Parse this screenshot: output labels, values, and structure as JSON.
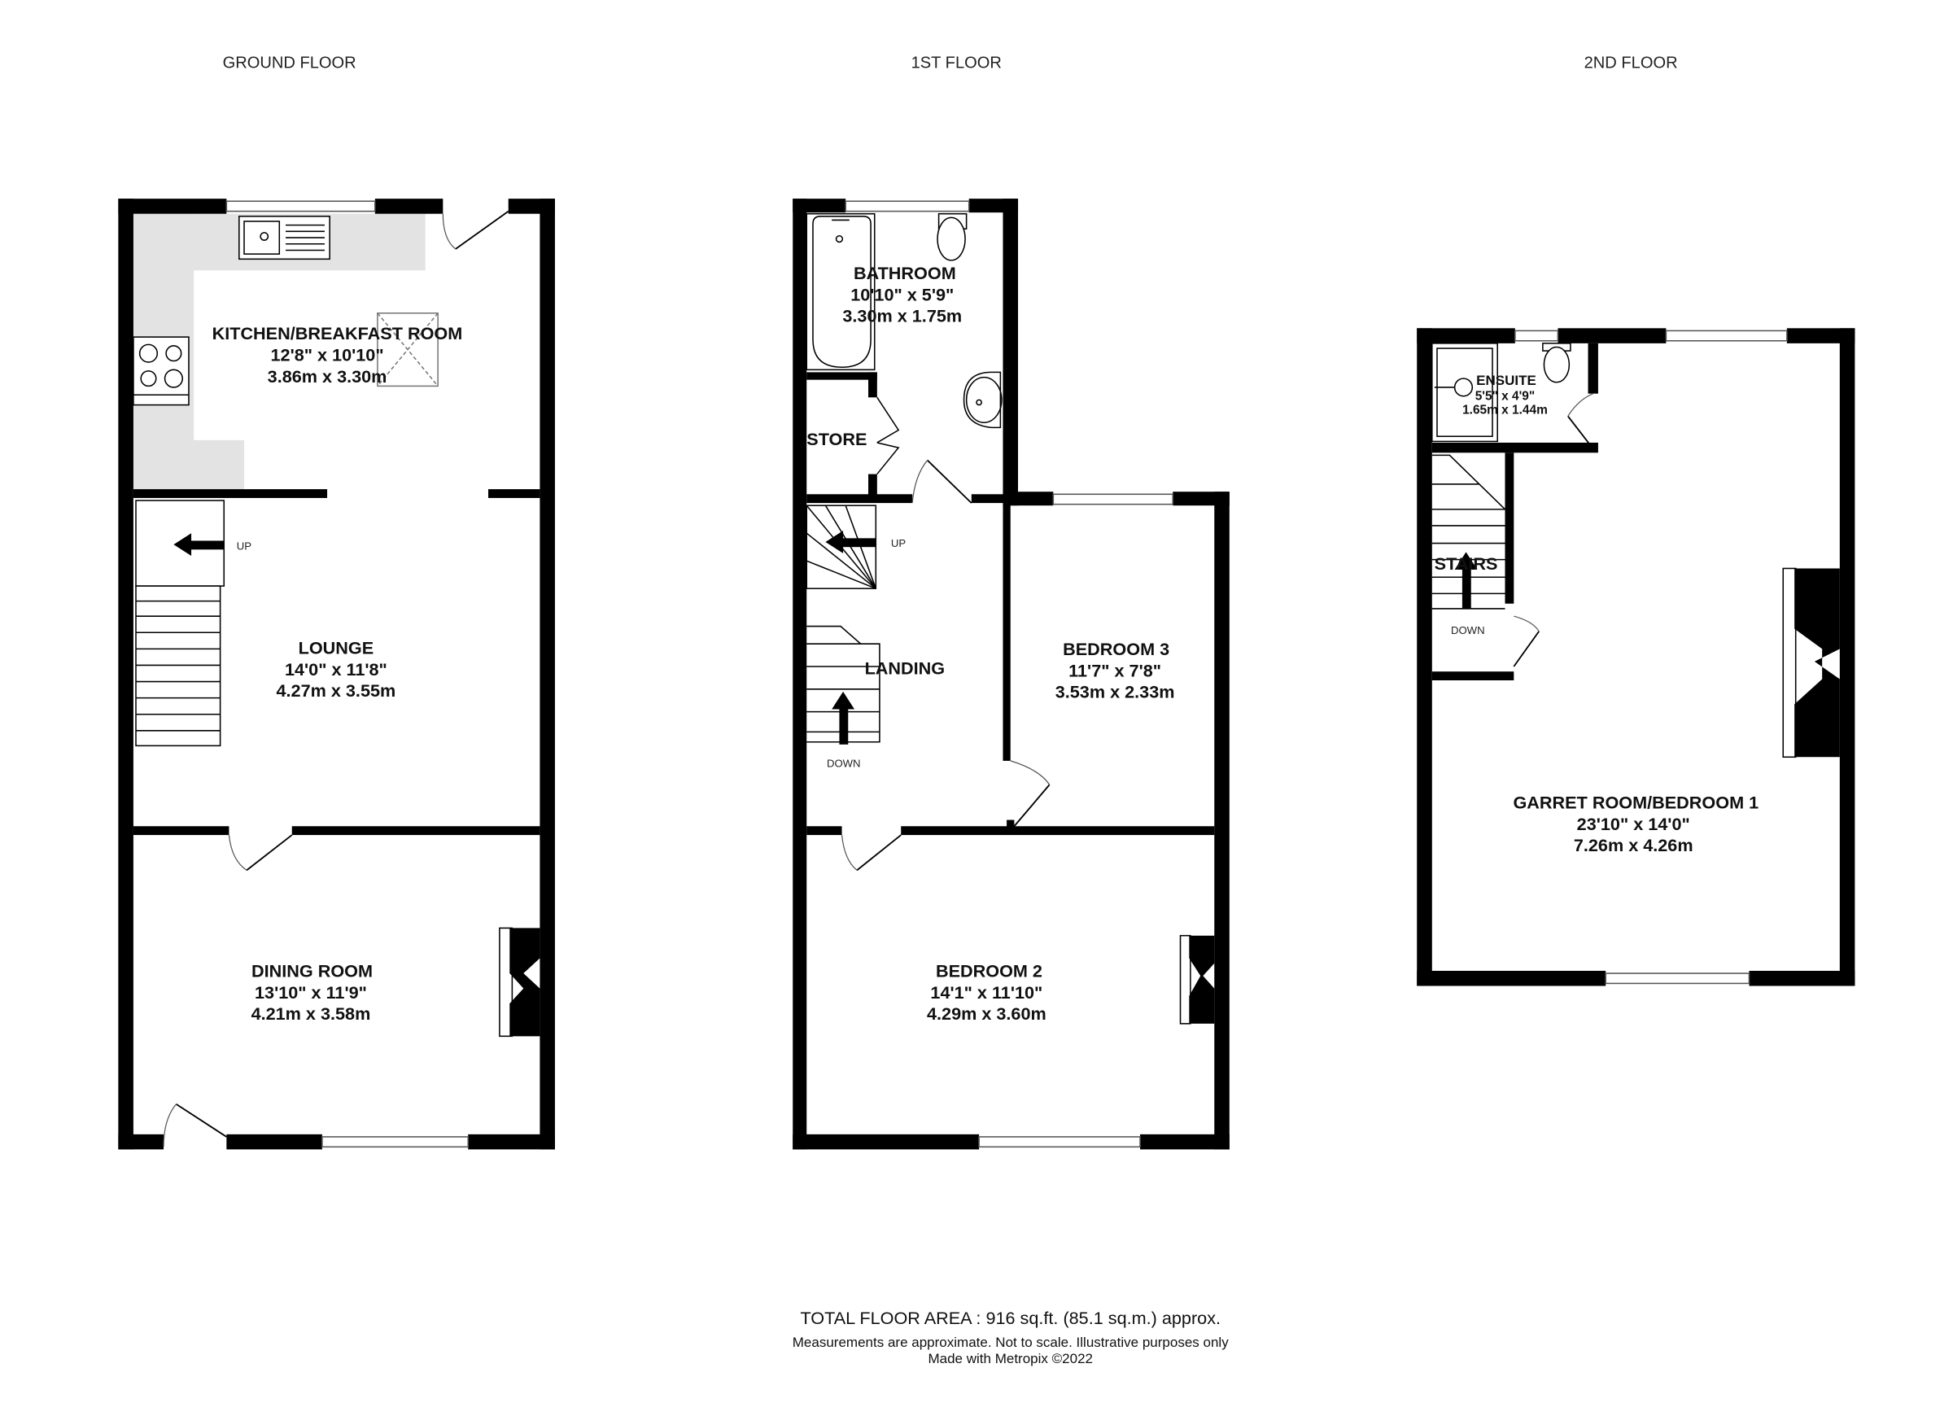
{
  "floors": {
    "ground": {
      "title": "GROUND FLOOR",
      "rooms": {
        "kitchen": {
          "name": "KITCHEN/BREAKFAST ROOM",
          "imperial": "12'8\"  x 10'10\"",
          "metric": "3.86m  x 3.30m"
        },
        "lounge": {
          "name": "LOUNGE",
          "imperial": "14'0\"  x 11'8\"",
          "metric": "4.27m  x 3.55m"
        },
        "dining": {
          "name": "DINING ROOM",
          "imperial": "13'10\"  x 11'9\"",
          "metric": "4.21m  x 3.58m"
        }
      },
      "stairs_label": "UP"
    },
    "first": {
      "title": "1ST FLOOR",
      "rooms": {
        "bathroom": {
          "name": "BATHROOM",
          "imperial": "10'10\"  x 5'9\"",
          "metric": "3.30m  x 1.75m"
        },
        "store": {
          "name": "STORE"
        },
        "landing": {
          "name": "LANDING"
        },
        "bedroom3": {
          "name": "BEDROOM 3",
          "imperial": "11'7\"  x 7'8\"",
          "metric": "3.53m  x 2.33m"
        },
        "bedroom2": {
          "name": "BEDROOM 2",
          "imperial": "14'1\"  x 11'10\"",
          "metric": "4.29m  x 3.60m"
        }
      },
      "stairs_up_label": "UP",
      "stairs_down_label": "DOWN"
    },
    "second": {
      "title": "2ND FLOOR",
      "rooms": {
        "ensuite": {
          "name": "ENSUITE",
          "imperial": "5'5\"  x 4'9\"",
          "metric": "1.65m  x 1.44m"
        },
        "stairs": {
          "name": "STAIRS"
        },
        "garret": {
          "name": "GARRET ROOM/BEDROOM 1",
          "imperial": "23'10\"  x 14'0\"",
          "metric": "7.26m  x 4.26m"
        }
      },
      "stairs_down_label": "DOWN"
    }
  },
  "footer": {
    "total_area": "TOTAL FLOOR AREA : 916 sq.ft. (85.1 sq.m.) approx.",
    "disclaimer": "Measurements are approximate.  Not to scale.  Illustrative purposes only",
    "credit": "Made with Metropix ©2022"
  }
}
